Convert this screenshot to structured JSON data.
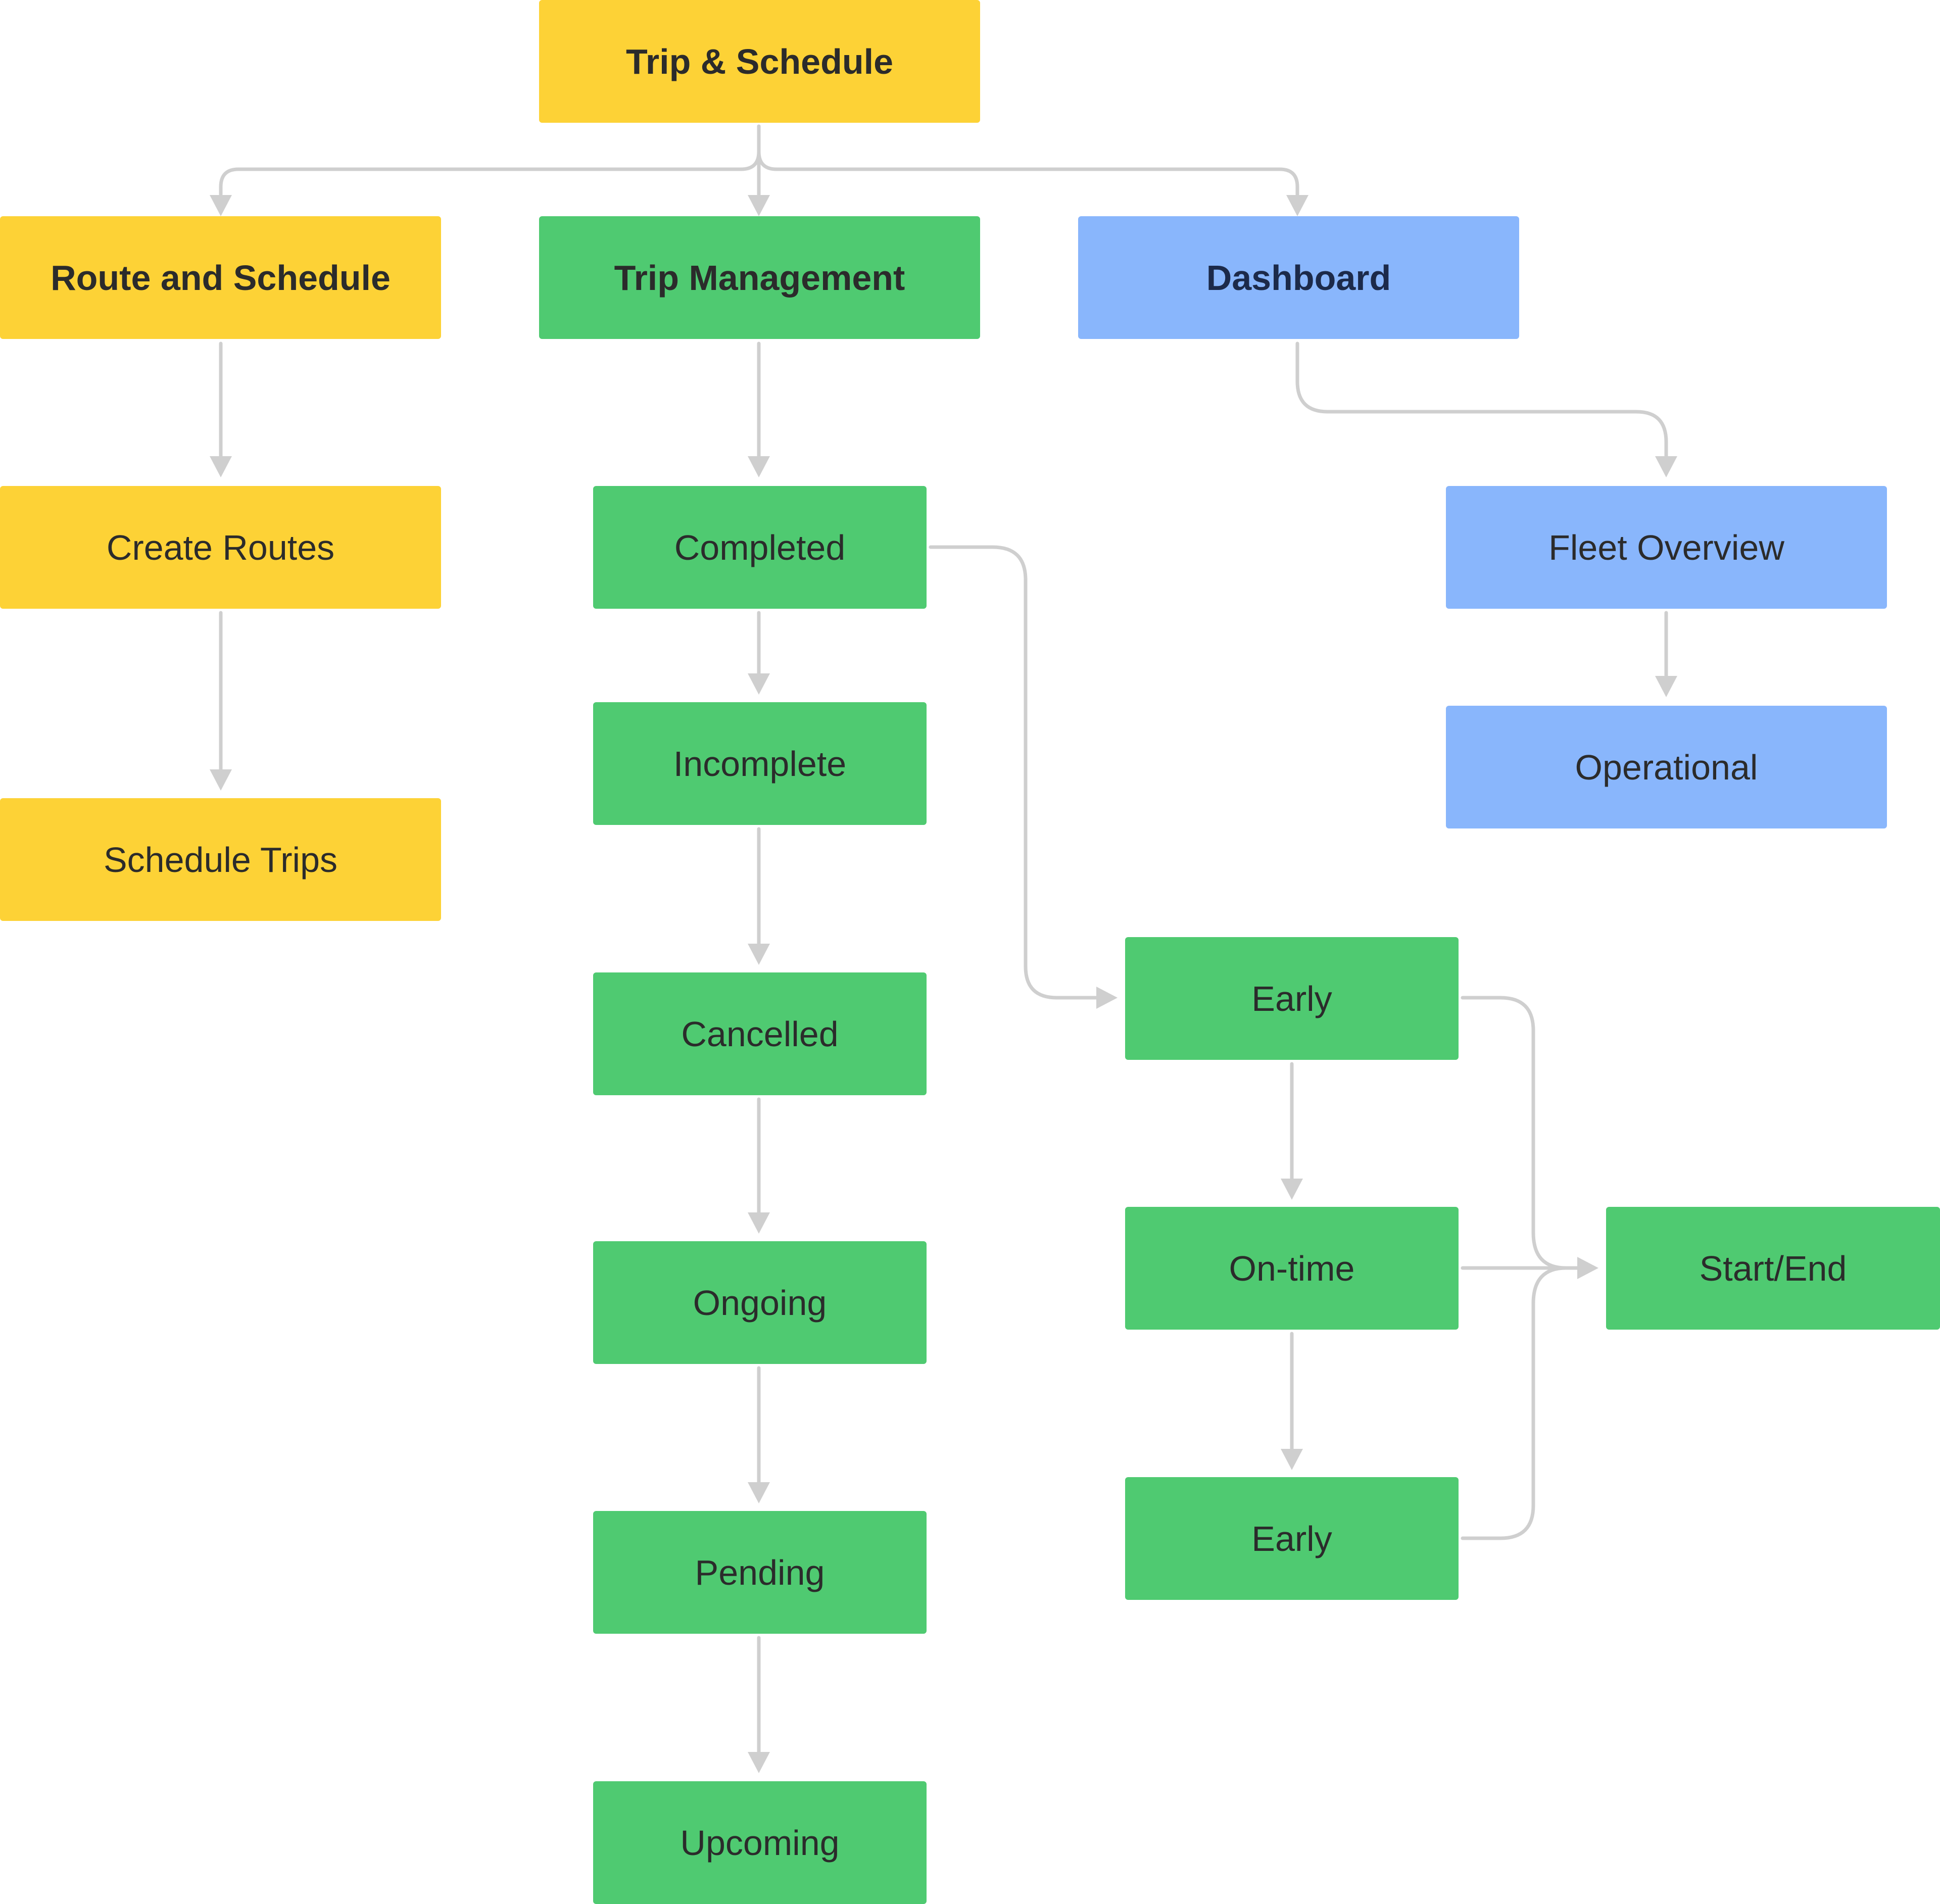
{
  "colors": {
    "yellow": "#fdd236",
    "green": "#4fca71",
    "blue": "#89b6fc",
    "connector": "#cfcfcf"
  },
  "nodes": {
    "root": "Trip & Schedule",
    "route_schedule": "Route and Schedule",
    "trip_management": "Trip Management",
    "dashboard": "Dashboard",
    "create_routes": "Create Routes",
    "schedule_trips": "Schedule Trips",
    "completed": "Completed",
    "incomplete": "Incomplete",
    "cancelled": "Cancelled",
    "ongoing": "Ongoing",
    "pending": "Pending",
    "upcoming": "Upcoming",
    "fleet_overview": "Fleet Overview",
    "operational": "Operational",
    "early_1": "Early",
    "on_time": "On-time",
    "early_2": "Early",
    "start_end": "Start/End"
  }
}
